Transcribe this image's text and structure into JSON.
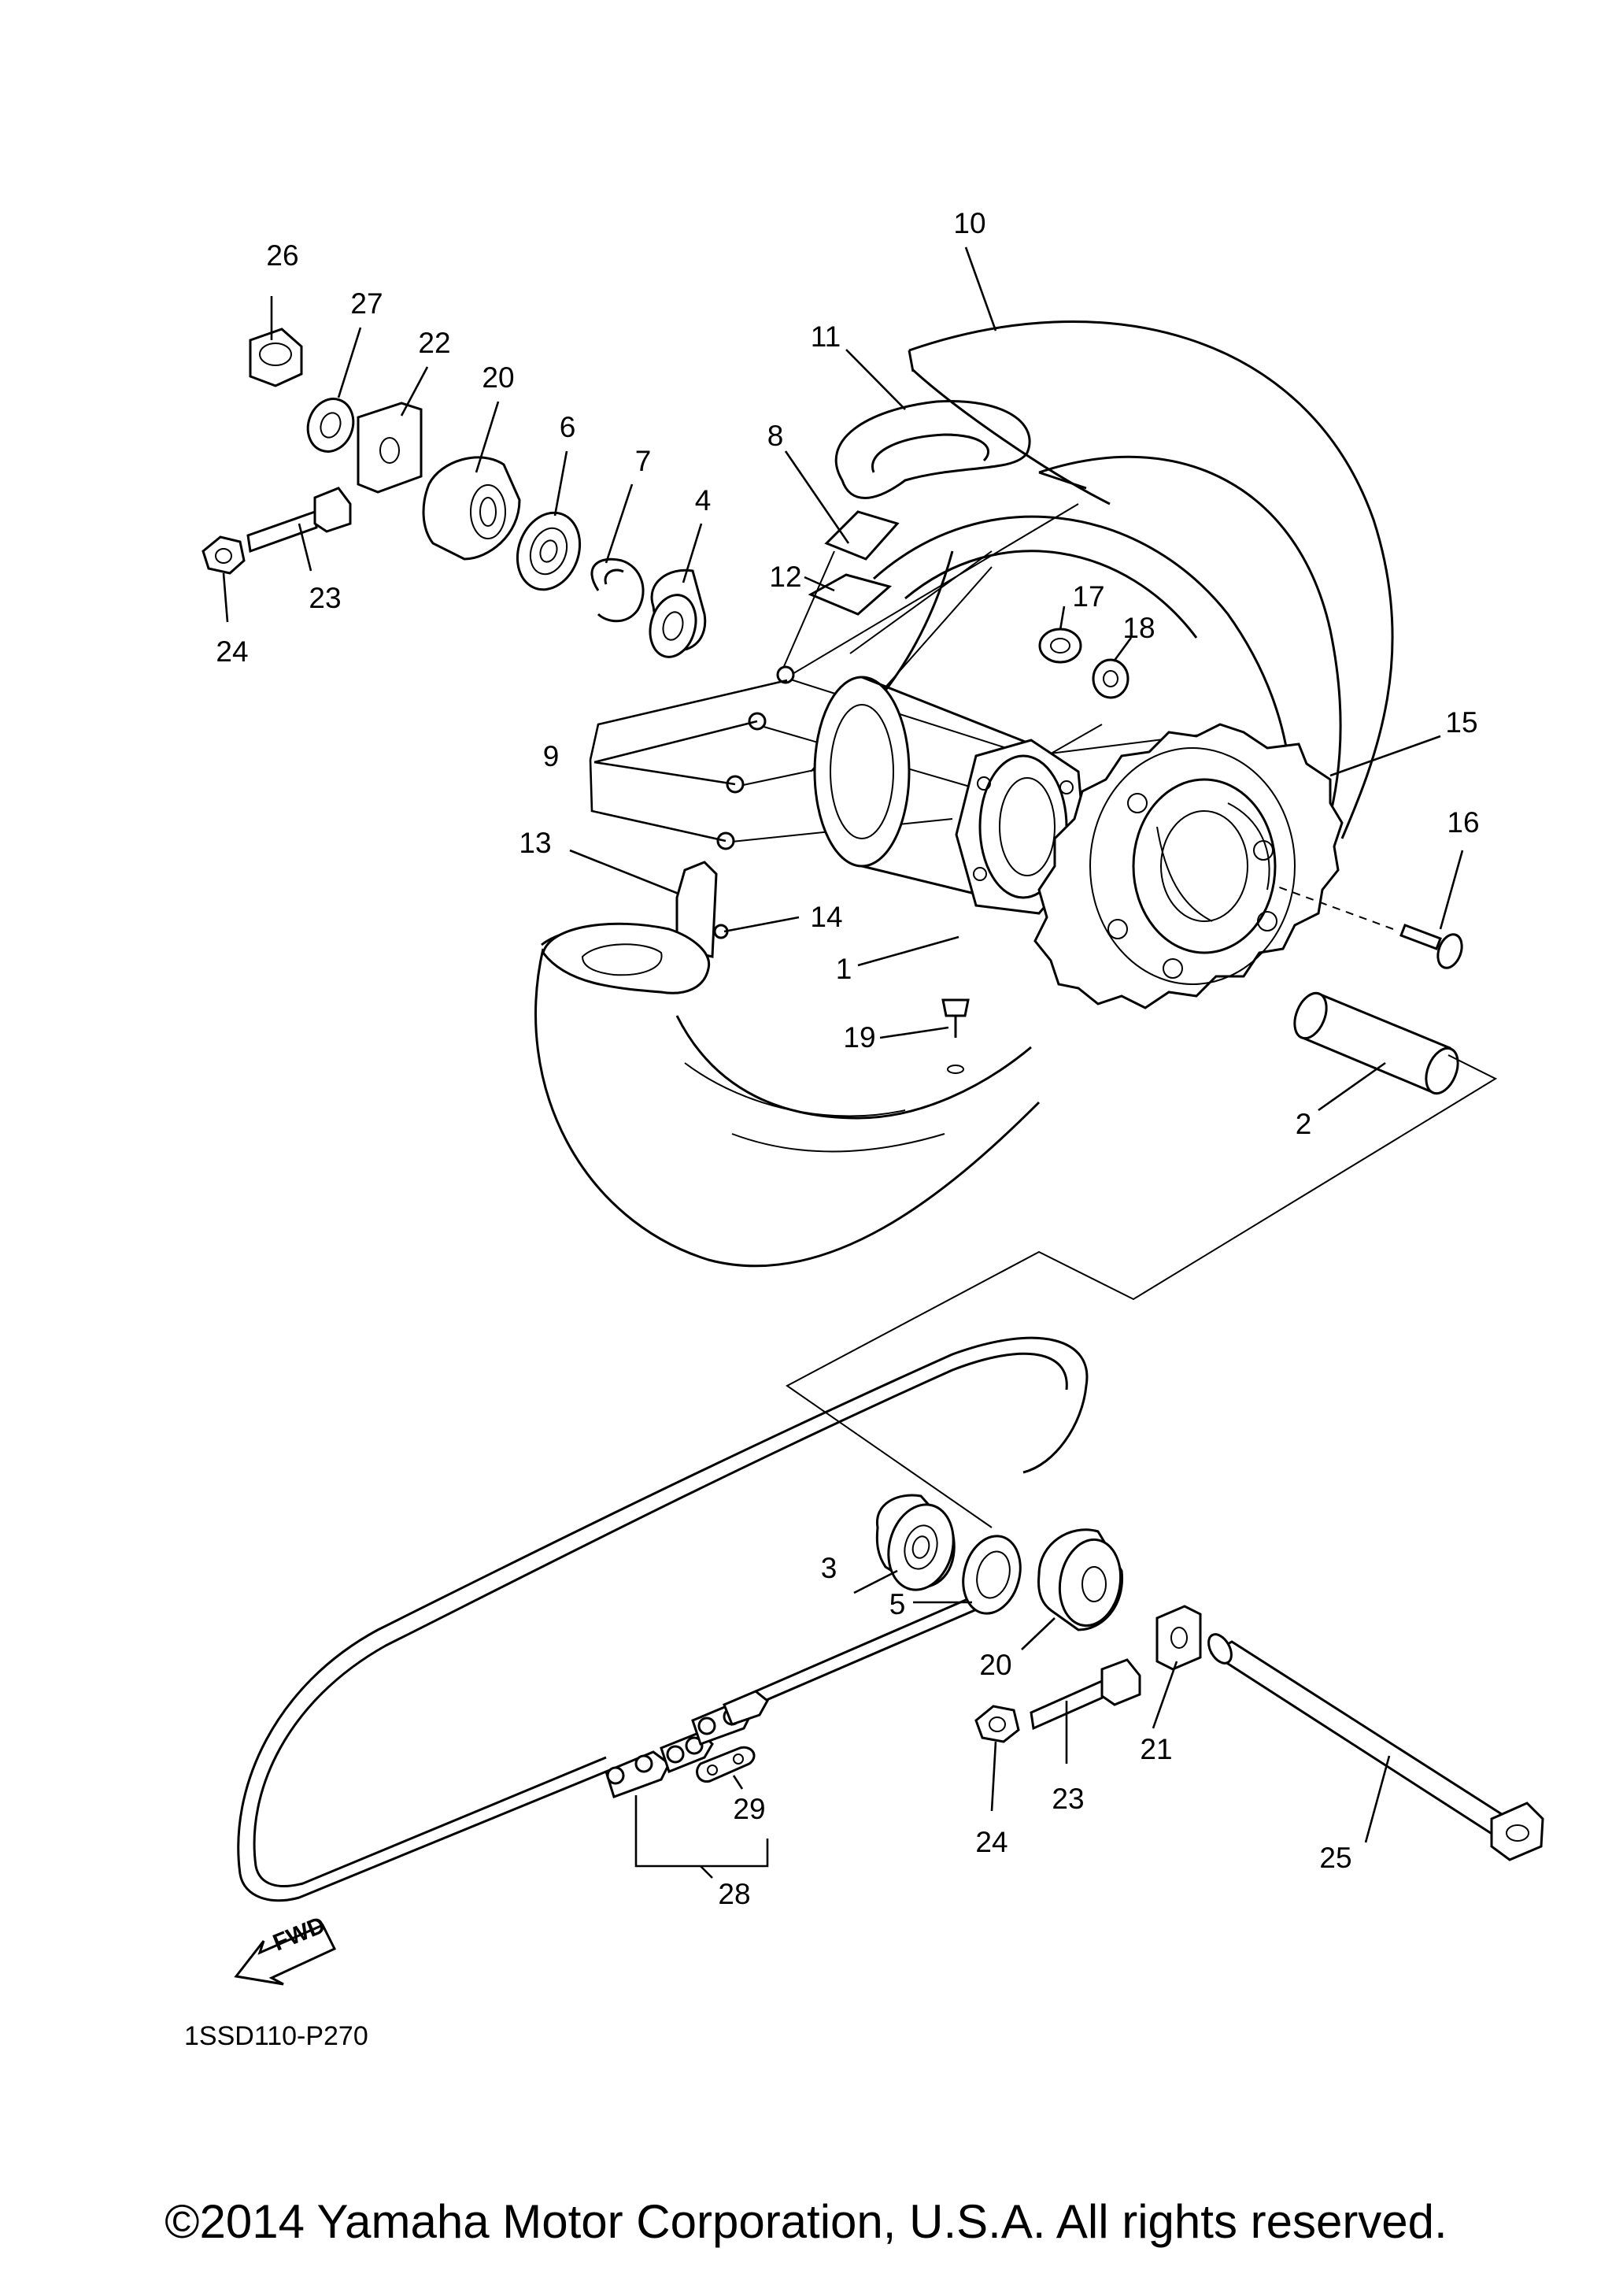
{
  "diagram_code": "1SSD110-P270",
  "copyright": "©2014 Yamaha Motor Corporation, U.S.A. All rights reserved.",
  "fwd_label": "FWD",
  "callouts": {
    "p1": "1",
    "p2": "2",
    "p3": "3",
    "p4": "4",
    "p5": "5",
    "p6": "6",
    "p7": "7",
    "p8": "8",
    "p9": "9",
    "p10": "10",
    "p11": "11",
    "p12": "12",
    "p13": "13",
    "p14": "14",
    "p15": "15",
    "p16": "16",
    "p17": "17",
    "p18": "18",
    "p19": "19",
    "p20a": "20",
    "p20b": "20",
    "p21": "21",
    "p22": "22",
    "p23a": "23",
    "p23b": "23",
    "p24a": "24",
    "p24b": "24",
    "p25": "25",
    "p26": "26",
    "p27": "27",
    "p28": "28",
    "p29": "29"
  }
}
